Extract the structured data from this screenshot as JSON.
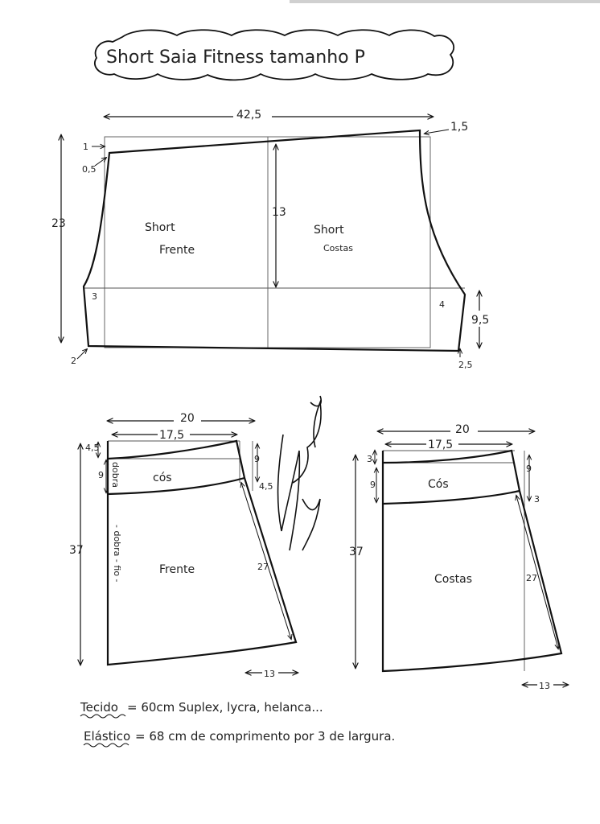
{
  "title": "Short Saia Fitness tamanho P",
  "short": {
    "width": "42,5",
    "rise_right": "1,5",
    "top_left": "1",
    "top_left2": "0,5",
    "height": "23",
    "inner": "13",
    "label_front_1": "Short",
    "label_front_2": "Frente",
    "label_back_1": "Short",
    "label_back_2": "Costas",
    "pt3": "3",
    "pt4": "4",
    "leg_right": "9,5",
    "bottom_left": "2",
    "bottom_right": "2,5"
  },
  "skirt_front": {
    "width_total": "20",
    "width_top": "17,5",
    "left_top": "4,5",
    "band_left": "9",
    "fold_band": "dobra",
    "band_label": "cós",
    "right_top": "9",
    "right_mid": "4,5",
    "height": "37",
    "fold_body": "- dobra - fio -",
    "body_label": "Frente",
    "diagonal": "27",
    "hem": "13"
  },
  "skirt_back": {
    "width_total": "20",
    "width_top": "17,5",
    "left_top": "3",
    "band_left": "9",
    "band_label": "Cós",
    "right_top": "9",
    "right_mid": "3",
    "height": "37",
    "body_label": "Costas",
    "diagonal": "27",
    "hem": "13"
  },
  "notes": {
    "fabric_label": "Tecido",
    "fabric_text": "= 60cm Suplex, lycra, helanca...",
    "elastic_label": "Elástico",
    "elastic_text": "= 68 cm de comprimento por 3 de largura."
  },
  "signature_icon": "handwritten-signature"
}
